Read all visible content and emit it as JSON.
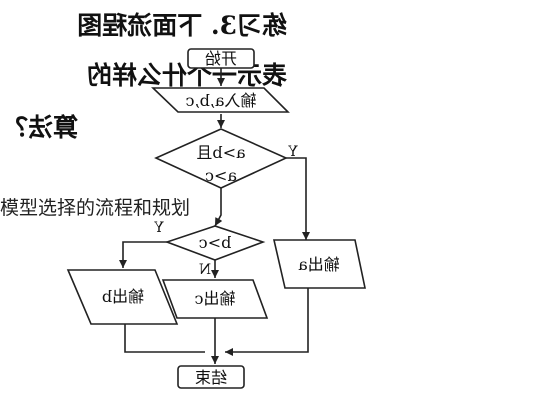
{
  "question": {
    "lines": [
      "练习3. 下面流程图",
      "表示一个什么样的",
      "算法？"
    ]
  },
  "nodes": {
    "start": "开始",
    "input": "输入a,b,c",
    "decision1_line1": "a>b且",
    "decision1_line2": "a>c",
    "decision2": "b>c",
    "output_a": "输出a",
    "output_b": "输出b",
    "output_c": "输出c",
    "end": "结束"
  },
  "edge_labels": {
    "yes": "Y",
    "no": "N"
  },
  "overlay_caption": "模型选择的流程和规划"
}
